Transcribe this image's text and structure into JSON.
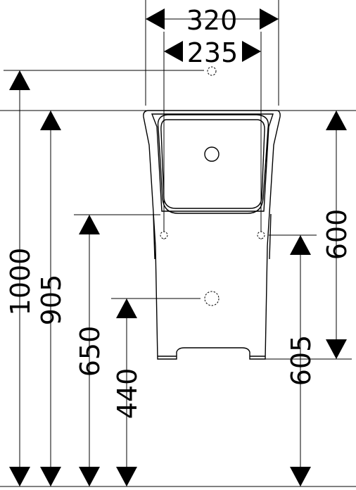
{
  "dimensions": {
    "width_outer": "320",
    "width_inner": "235",
    "height_total": "1000",
    "height_top_edge": "905",
    "height_650": "650",
    "height_440": "440",
    "height_605": "605",
    "height_600": "600"
  }
}
